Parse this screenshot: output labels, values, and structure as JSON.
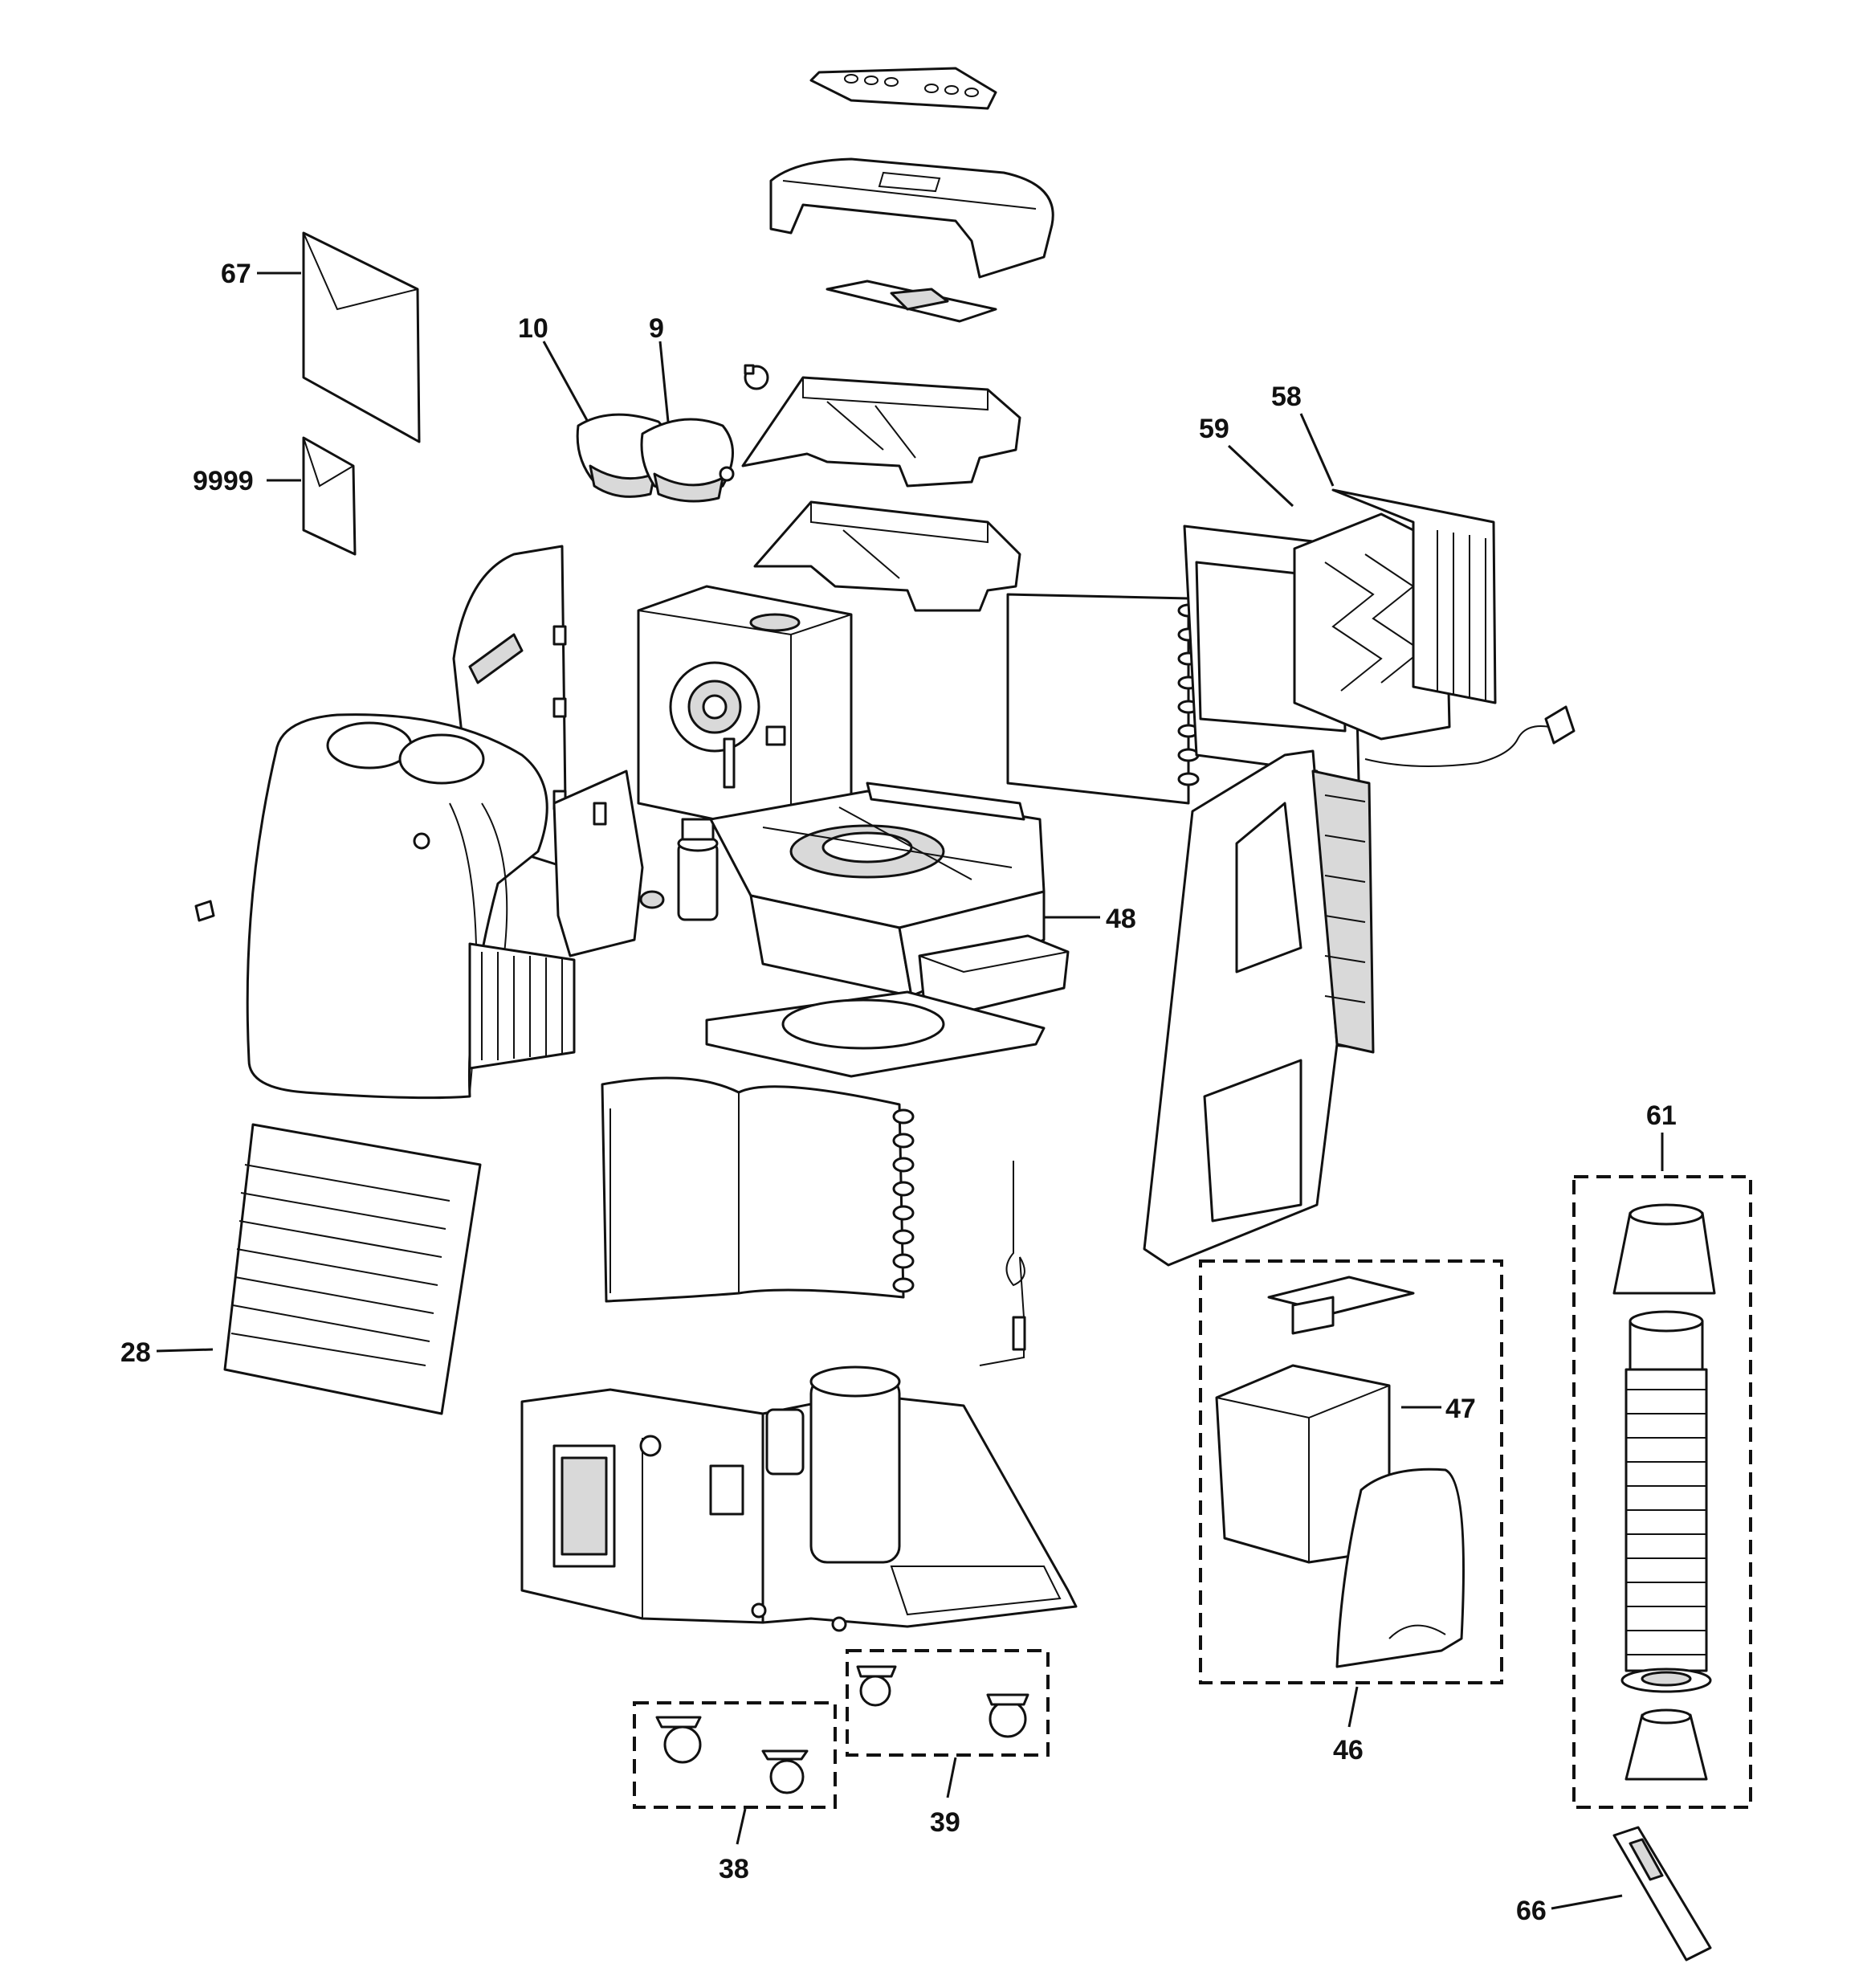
{
  "callouts": {
    "c67": "67",
    "c9999": "9999",
    "c10": "10",
    "c9": "9",
    "c58": "58",
    "c59": "59",
    "c48": "48",
    "c28": "28",
    "c61": "61",
    "c47": "47",
    "c46": "46",
    "c39": "39",
    "c38": "38",
    "c66": "66"
  }
}
